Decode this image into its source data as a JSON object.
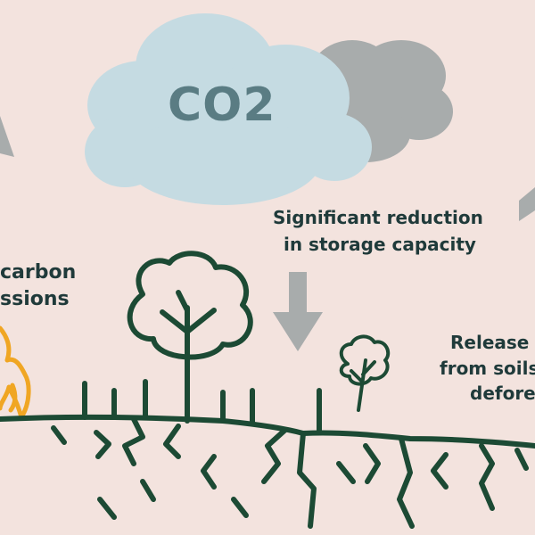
{
  "cloud": {
    "co2_label": "CO2"
  },
  "labels": {
    "left_line1": "carbon",
    "left_line2": "ssions",
    "center_line1": "Significant reduction",
    "center_line2": "in storage capacity",
    "right_line1": "Release",
    "right_line2": "from soils",
    "right_line3": "defore"
  },
  "colors": {
    "background": "#f3e3de",
    "cloud_light": "#c5dbe2",
    "cloud_dark": "#a8acac",
    "arrow": "#a8acac",
    "ground": "#1c4a34",
    "flame": "#f0a623",
    "text": "#1f3a3a",
    "co2_text": "#5a7c83"
  }
}
